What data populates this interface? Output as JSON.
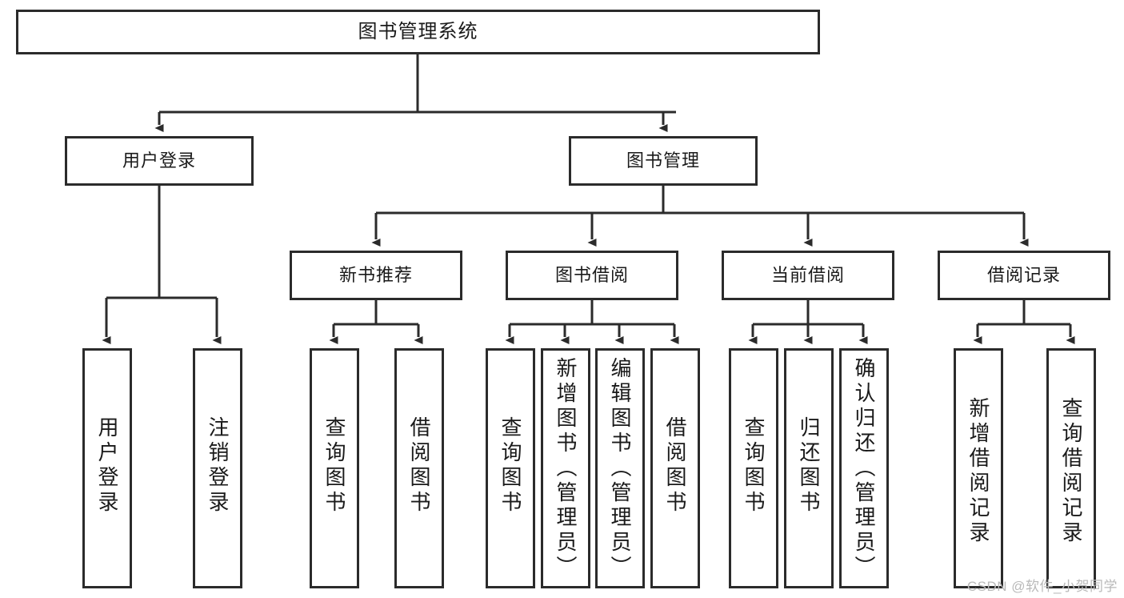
{
  "diagram": {
    "type": "tree",
    "title": "图书管理系统",
    "root": {
      "id": "root",
      "label": "图书管理系统"
    },
    "level2": [
      {
        "id": "user-login",
        "label": "用户登录"
      },
      {
        "id": "book-manage",
        "label": "图书管理"
      }
    ],
    "level3": [
      {
        "id": "new-book-rec",
        "label": "新书推荐"
      },
      {
        "id": "book-borrow",
        "label": "图书借阅"
      },
      {
        "id": "current-loan",
        "label": "当前借阅"
      },
      {
        "id": "loan-record",
        "label": "借阅记录"
      }
    ],
    "leaves": [
      {
        "id": "leaf-1",
        "parent": "user-login",
        "label": "用户登录"
      },
      {
        "id": "leaf-2",
        "parent": "user-login",
        "label": "注销登录"
      },
      {
        "id": "leaf-3",
        "parent": "new-book-rec",
        "label": "查询图书"
      },
      {
        "id": "leaf-4",
        "parent": "new-book-rec",
        "label": "借阅图书"
      },
      {
        "id": "leaf-5",
        "parent": "book-borrow",
        "label": "查询图书"
      },
      {
        "id": "leaf-6",
        "parent": "book-borrow",
        "label": "新增图书（管理员）"
      },
      {
        "id": "leaf-7",
        "parent": "book-borrow",
        "label": "编辑图书（管理员）"
      },
      {
        "id": "leaf-8",
        "parent": "book-borrow",
        "label": "借阅图书"
      },
      {
        "id": "leaf-9",
        "parent": "current-loan",
        "label": "查询图书"
      },
      {
        "id": "leaf-10",
        "parent": "current-loan",
        "label": "归还图书"
      },
      {
        "id": "leaf-11",
        "parent": "current-loan",
        "label": "确认归还（管理员）"
      },
      {
        "id": "leaf-12",
        "parent": "loan-record",
        "label": "新增借阅记录"
      },
      {
        "id": "leaf-13",
        "parent": "loan-record",
        "label": "查询借阅记录"
      }
    ],
    "colors": {
      "box_border": "#2b2b2b",
      "box_fill": "#ffffff",
      "connector": "#2b2b2b",
      "text": "#1a1a1a",
      "background": "#ffffff",
      "watermark": "#b9b9b9"
    }
  },
  "watermark": {
    "text": "CSDN @软件_小贺同学"
  }
}
